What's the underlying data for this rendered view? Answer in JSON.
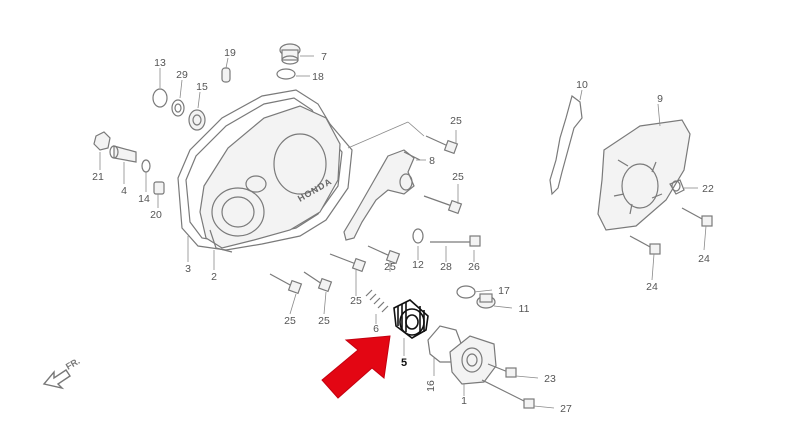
{
  "colors": {
    "parts": "#7a7a7a",
    "labels": "#555555",
    "highlight": "#e30613",
    "highlight_part": "#111111"
  },
  "direction_marker": {
    "text": "FR.",
    "icon": "arrow-front-icon"
  },
  "callouts": {
    "c1": "1",
    "c2": "2",
    "c3": "3",
    "c4": "4",
    "c5": "5",
    "c6": "6",
    "c7": "7",
    "c8": "8",
    "c9": "9",
    "c10": "10",
    "c11": "11",
    "c12": "12",
    "c13": "13",
    "c14": "14",
    "c15": "15",
    "c16": "16",
    "c17": "17",
    "c18": "18",
    "c19": "19",
    "c20": "20",
    "c21": "21",
    "c22": "22",
    "c23": "23",
    "c24a": "24",
    "c24b": "24",
    "c25a": "25",
    "c25b": "25",
    "c25c": "25",
    "c25d": "25",
    "c25e": "25",
    "c25f": "25",
    "c26": "26",
    "c27": "27",
    "c28": "28",
    "c29": "29"
  },
  "cover_logo_text": "HONDA",
  "highlighted_part": "5",
  "highlight_icon": "red-pointer-arrow-icon"
}
